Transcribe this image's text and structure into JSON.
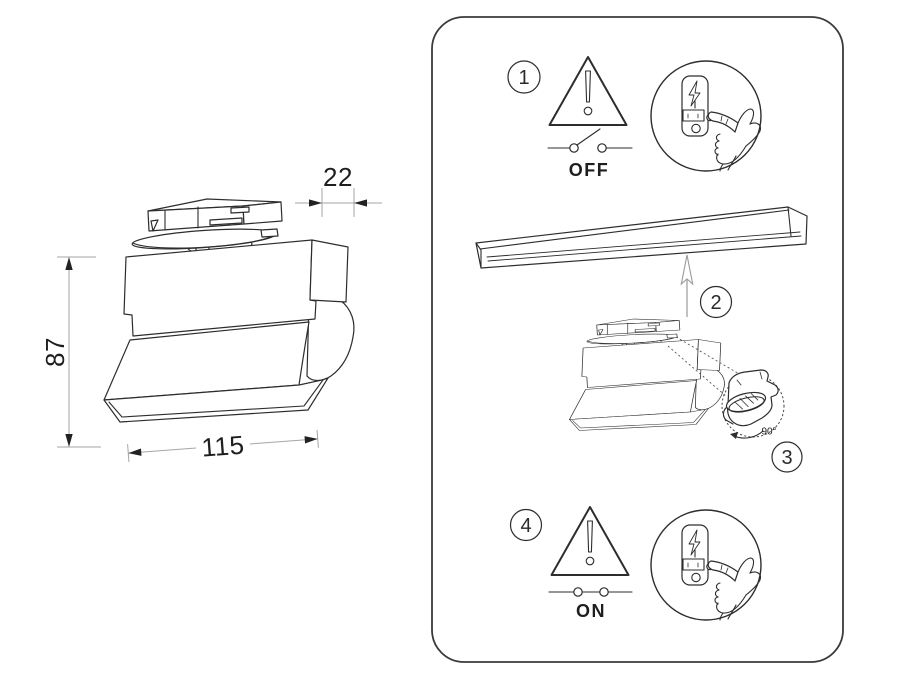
{
  "left_drawing": {
    "dim_width_top": "22",
    "dim_height": "87",
    "dim_length": "115"
  },
  "panel": {
    "step1": {
      "number": "1",
      "switch_label": "OFF"
    },
    "step2": {
      "number": "2"
    },
    "step3": {
      "number": "3",
      "angle_label": "90°"
    },
    "step4": {
      "number": "4",
      "switch_label": "ON"
    }
  },
  "icons": {
    "warning": "warning-triangle-icon",
    "switch_open": "circuit-switch-open-icon",
    "switch_closed": "circuit-switch-closed-icon",
    "hand_switch": "finger-pressing-light-switch-icon",
    "insert_arrow": "arrow-up-icon",
    "rotate_arrow": "rotate-90-arrow-icon"
  },
  "colors": {
    "line": "#2d2d2d",
    "dim_line": "#a6a6a6",
    "panel_border": "#3a3a3a",
    "background": "#ffffff"
  }
}
